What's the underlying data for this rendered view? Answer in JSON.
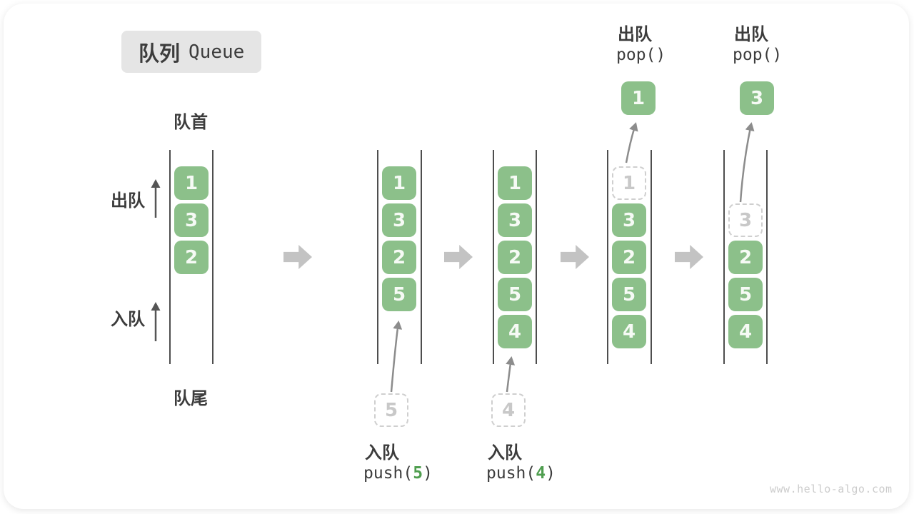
{
  "title": {
    "zh": "队列",
    "en": "Queue"
  },
  "labels": {
    "front": "队首",
    "rear": "队尾",
    "dequeue": "出队",
    "enqueue": "入队"
  },
  "states": [
    {
      "cells": [
        "1",
        "3",
        "2"
      ]
    },
    {
      "cells": [
        "1",
        "3",
        "2",
        "5"
      ],
      "pending": "5",
      "op_label": "入队",
      "op_fn": "push(",
      "op_arg": "5",
      "op_close": ")"
    },
    {
      "cells": [
        "1",
        "3",
        "2",
        "5",
        "4"
      ],
      "pending": "4",
      "op_label": "入队",
      "op_fn": "push(",
      "op_arg": "4",
      "op_close": ")"
    },
    {
      "ghost": "1",
      "cells": [
        "3",
        "2",
        "5",
        "4"
      ],
      "popped": "1",
      "op_label": "出队",
      "op_code": "pop()"
    },
    {
      "ghost": "3",
      "cells": [
        "2",
        "5",
        "4"
      ],
      "popped": "3",
      "op_label": "出队",
      "op_code": "pop()"
    }
  ],
  "watermark": "www.hello-algo.com",
  "colors": {
    "cell_green": "#8cc08a",
    "code_arg_green": "#4f9e4f",
    "ghost_gray": "#cfcfcf",
    "wall_gray": "#4e4e4e",
    "block_arrow_gray": "#c3c3c3",
    "text_dark": "#3c3c3c",
    "title_bg": "#e5e5e5"
  }
}
